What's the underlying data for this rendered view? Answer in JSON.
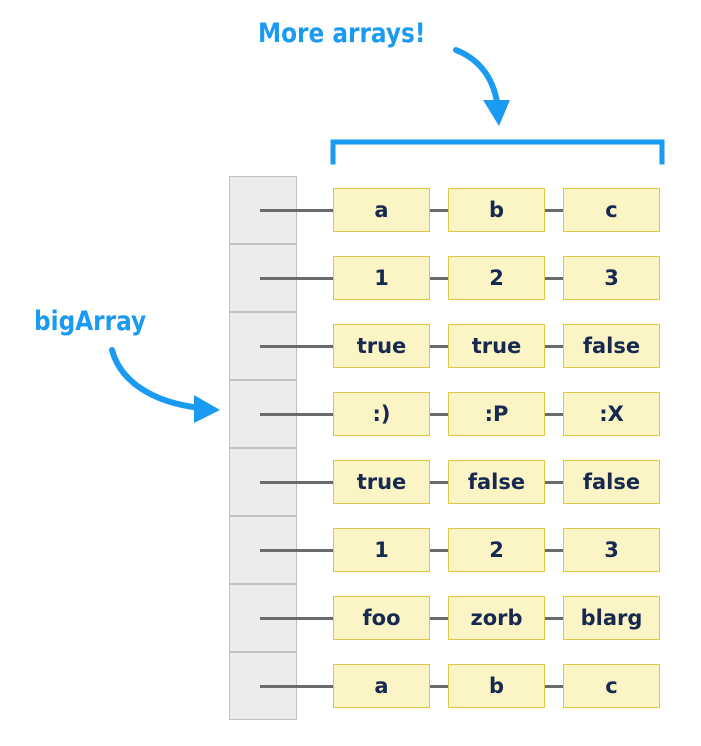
{
  "annotations": {
    "more_arrays": "More arrays!",
    "big_array": "bigArray"
  },
  "colors": {
    "annotation": "#1a9af0",
    "cell_fill": "#fbf5c5",
    "cell_border": "#e2c64a",
    "cell_text": "#17294f",
    "outer_slot_fill": "#ececec",
    "connector": "#6a6a6a"
  },
  "icons": [
    "curved-arrow-icon",
    "curved-arrow-icon",
    "bracket-icon"
  ],
  "rows": [
    [
      "a",
      "b",
      "c"
    ],
    [
      "1",
      "2",
      "3"
    ],
    [
      "true",
      "true",
      "false"
    ],
    [
      ":)",
      ":P",
      ":X"
    ],
    [
      "true",
      "false",
      "false"
    ],
    [
      "1",
      "2",
      "3"
    ],
    [
      "foo",
      "zorb",
      "blarg"
    ],
    [
      "a",
      "b",
      "c"
    ]
  ]
}
